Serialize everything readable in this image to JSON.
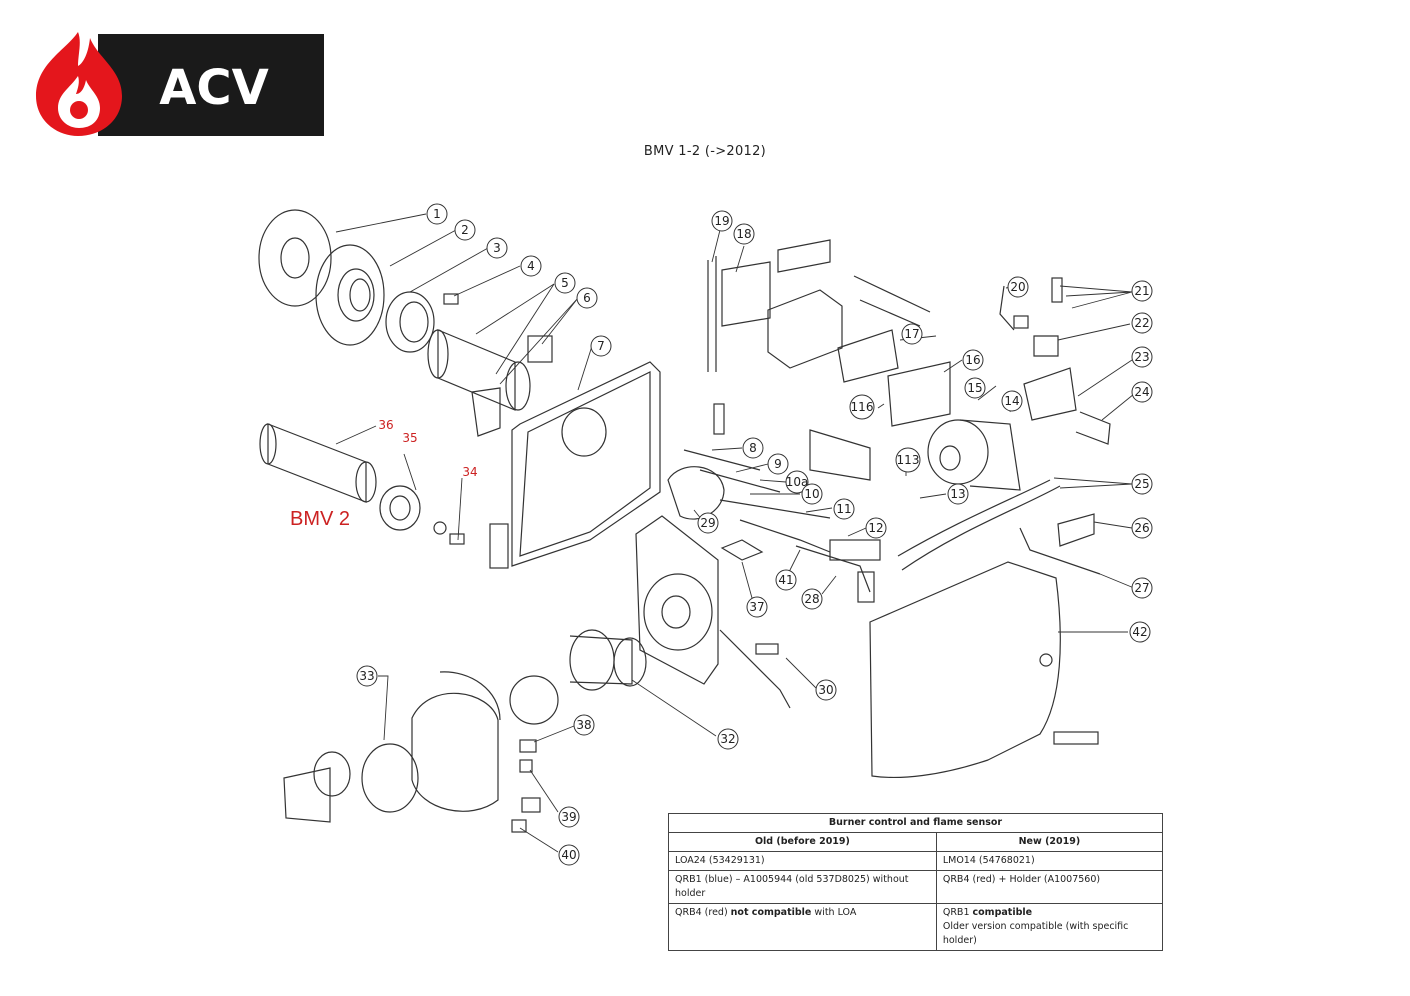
{
  "logo": {
    "text": "ACV",
    "brand_red": "#e4161c",
    "brand_dark": "#1a1a1a"
  },
  "title": "BMV 1-2 (->2012)",
  "variant_label": "BMV 2",
  "callouts": {
    "c1": "1",
    "c2": "2",
    "c3": "3",
    "c4": "4",
    "c5": "5",
    "c6": "6",
    "c7": "7",
    "c8": "8",
    "c9": "9",
    "c10": "10",
    "c10a": "10a",
    "c11": "11",
    "c12": "12",
    "c13": "13",
    "c14": "14",
    "c15": "15",
    "c16": "16",
    "c17": "17",
    "c18": "18",
    "c19": "19",
    "c20": "20",
    "c21": "21",
    "c22": "22",
    "c23": "23",
    "c24": "24",
    "c25": "25",
    "c26": "26",
    "c27": "27",
    "c28": "28",
    "c29": "29",
    "c30": "30",
    "c32": "32",
    "c33": "33",
    "c34": "34",
    "c35": "35",
    "c36": "36",
    "c37": "37",
    "c38": "38",
    "c39": "39",
    "c40": "40",
    "c41": "41",
    "c42": "42",
    "c113": "113",
    "c116": "116"
  },
  "table": {
    "caption": "Burner control and flame sensor",
    "col_old": "Old  (before 2019)",
    "col_new": "New (2019)",
    "r1_old": "LOA24  (53429131)",
    "r1_new": "LMO14  (54768021)",
    "r2_old": "QRB1 (blue) – A1005944 (old 537D8025)  without holder",
    "r2_new": "QRB4 (red) + Holder (A1007560)",
    "r3_old_a": "QRB4 (red) ",
    "r3_old_b": "not compatible",
    "r3_old_c": " with LOA",
    "r3_new_a": "QRB1 ",
    "r3_new_b": "compatible",
    "r3_new_c": "Older version compatible (with specific holder)"
  }
}
